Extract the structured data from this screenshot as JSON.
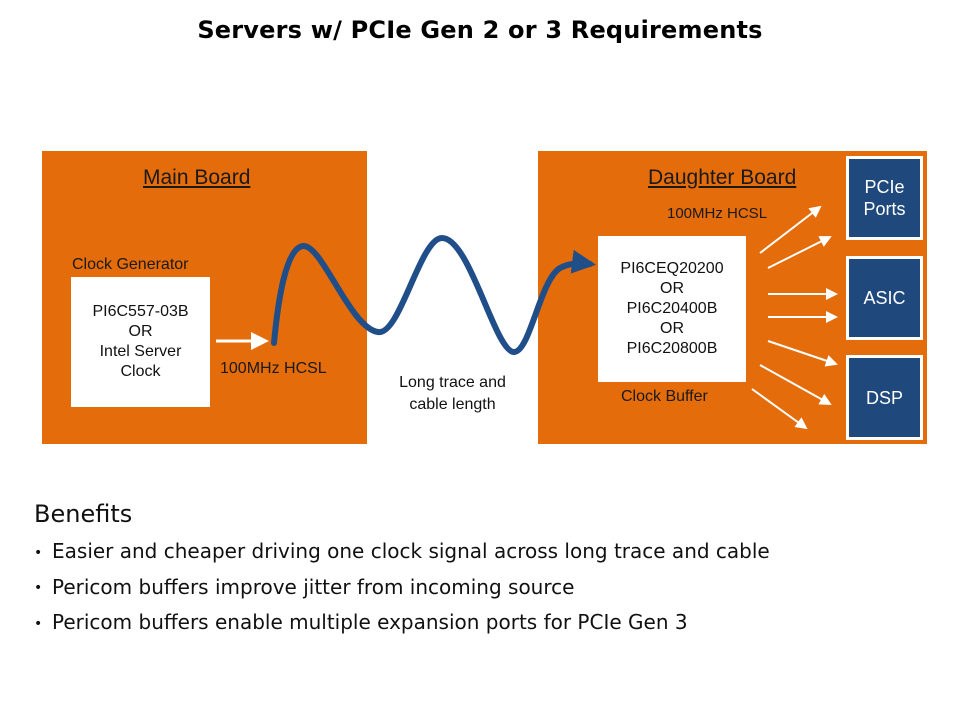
{
  "title": "Servers w/ PCIe Gen 2 or 3 Requirements",
  "colors": {
    "board": "#e46c0a",
    "target": "#1f497d",
    "signal": "#1f4e88",
    "arrow": "#ffffff"
  },
  "main_board": {
    "title": "Main Board",
    "chip_label": "Clock Generator",
    "chip_lines": [
      "PI6C557-03B",
      "OR",
      "Intel Server",
      "Clock"
    ],
    "output_label": "100MHz HCSL"
  },
  "channel": {
    "label_lines": [
      "Long trace and",
      "cable length"
    ]
  },
  "daughter_board": {
    "title": "Daughter Board",
    "output_label": "100MHz HCSL",
    "chip_lines": [
      "PI6CEQ20200",
      "OR",
      "PI6C20400B",
      "OR",
      "PI6C20800B"
    ],
    "chip_label": "Clock Buffer",
    "targets": [
      {
        "lines": [
          "PCIe",
          "Ports"
        ]
      },
      {
        "lines": [
          "ASIC"
        ]
      },
      {
        "lines": [
          "DSP"
        ]
      }
    ]
  },
  "benefits": {
    "title": "Benefits",
    "bullet": "•",
    "items": [
      "Easier and cheaper driving one clock signal across long trace and cable",
      "Pericom buffers improve jitter from incoming source",
      "Pericom buffers enable multiple expansion ports for PCIe Gen 3"
    ]
  }
}
